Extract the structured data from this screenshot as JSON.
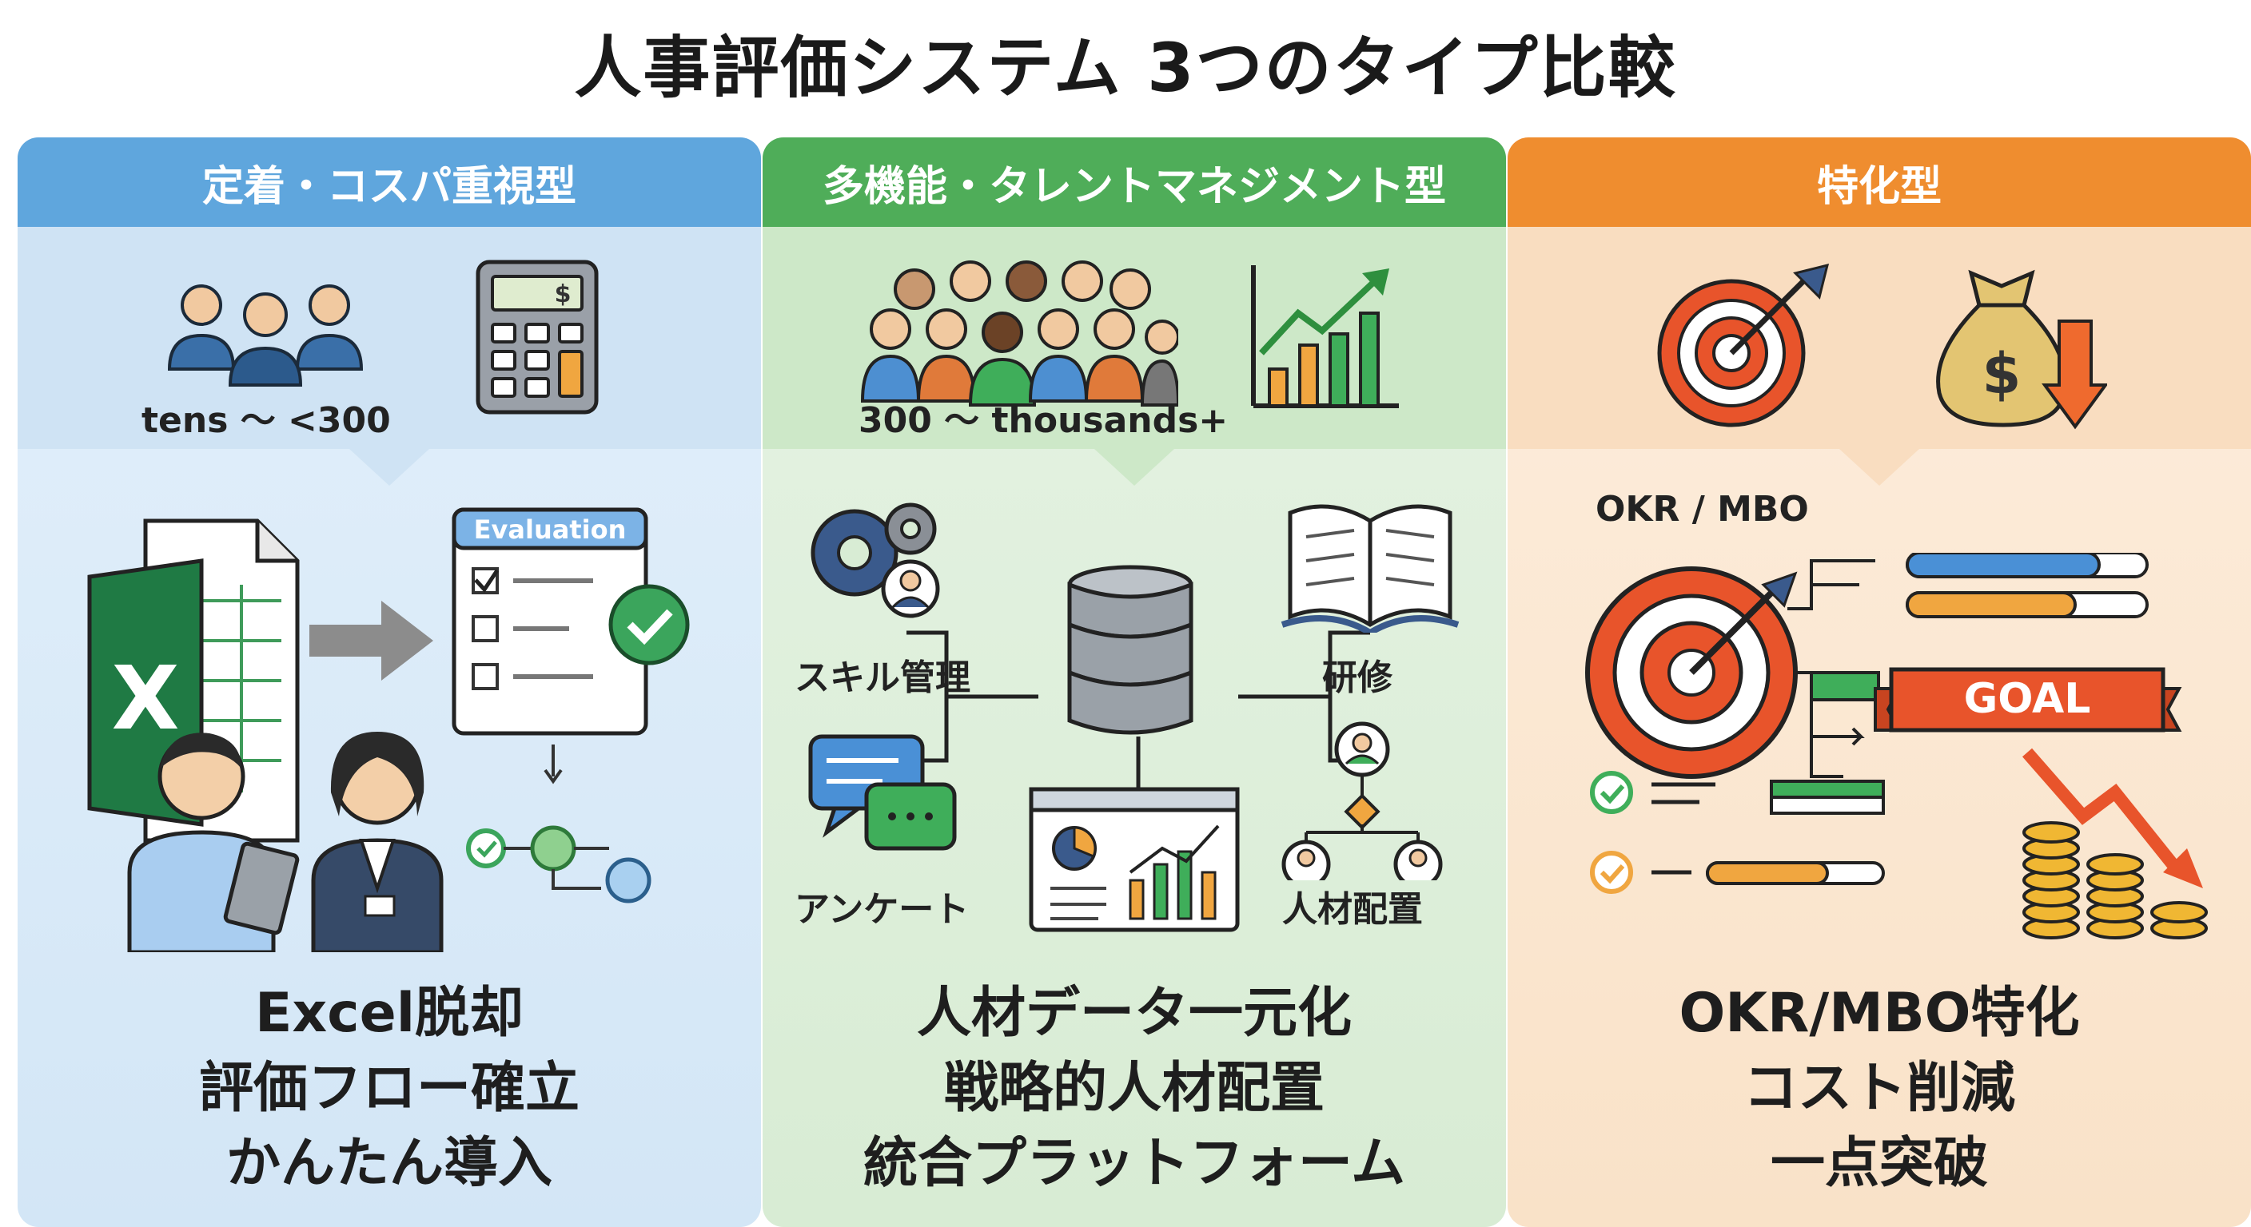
{
  "title": "人事評価システム 3つのタイプ比較",
  "panels": [
    {
      "header": "定着・コスパ重視型",
      "range": "tens ～ <300",
      "form_label": "Evaluation",
      "excel_letter": "X",
      "lines": [
        "Excel脱却",
        "評価フロー確立",
        "かんたん導入"
      ]
    },
    {
      "header": "多機能・タレントマネジメント型",
      "range": "300 ～ thousands+",
      "labels": {
        "skill": "スキル管理",
        "training": "研修",
        "survey": "アンケート",
        "placement": "人材配置"
      },
      "lines": [
        "人材データ一元化",
        "戦略的人材配置",
        "統合プラットフォーム"
      ]
    },
    {
      "header": "特化型",
      "okr_label": "OKR / MBO",
      "goal_label": "GOAL",
      "lines": [
        "OKR/MBO特化",
        "コスト削減",
        "一点突破"
      ]
    }
  ],
  "colors": {
    "blue": "#5fa6dd",
    "green": "#4fad59",
    "orange": "#ef8d2f"
  }
}
